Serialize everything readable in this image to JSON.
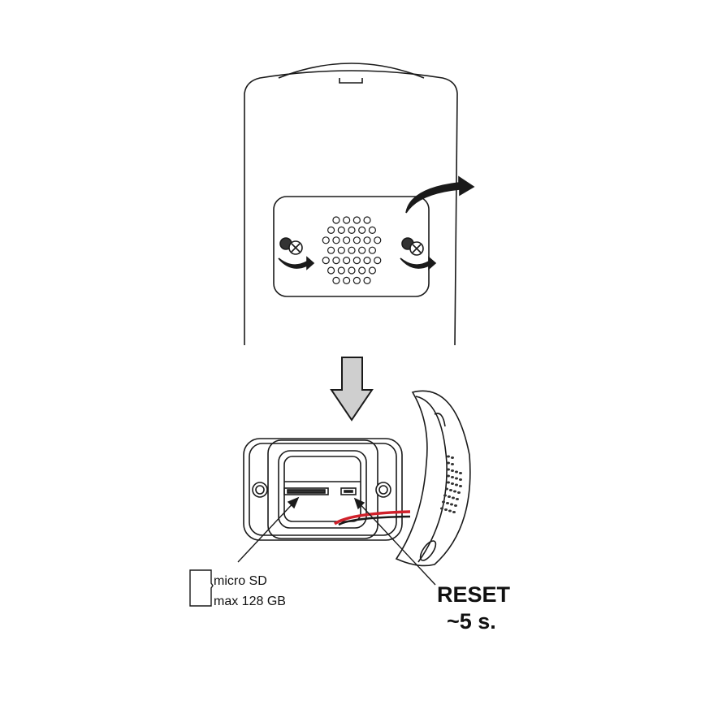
{
  "labels": {
    "sd_line1": "micro SD",
    "sd_line2": "max 128 GB",
    "reset_line1": "RESET",
    "reset_line2": "~5 s."
  },
  "colors": {
    "line": "#1a1a1a",
    "arrow_fill": "#cfcfcf",
    "cable_red": "#d0202a"
  },
  "icons": [
    "micro-sd-card-icon",
    "screw-icon",
    "rotate-arrow-icon",
    "down-arrow-icon"
  ]
}
